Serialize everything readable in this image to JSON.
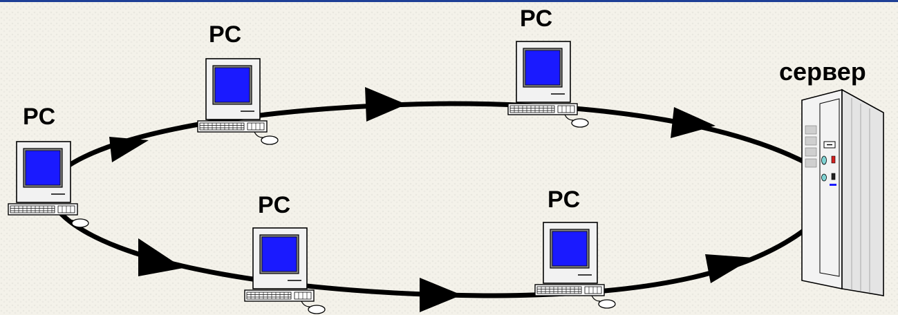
{
  "colors": {
    "top_bar": "#1e3f96",
    "screen": "#1a1aff",
    "ring": "#000000",
    "background": "#f4f2ea"
  },
  "nodes": [
    {
      "id": "pc-left",
      "label": "PC",
      "icon": "computer-icon"
    },
    {
      "id": "pc-top-left",
      "label": "PC",
      "icon": "computer-icon"
    },
    {
      "id": "pc-top-right",
      "label": "PC",
      "icon": "computer-icon"
    },
    {
      "id": "pc-bottom-left",
      "label": "PC",
      "icon": "computer-icon"
    },
    {
      "id": "pc-bottom-right",
      "label": "PC",
      "icon": "computer-icon"
    },
    {
      "id": "server",
      "label": "сервер",
      "icon": "server-icon"
    }
  ]
}
